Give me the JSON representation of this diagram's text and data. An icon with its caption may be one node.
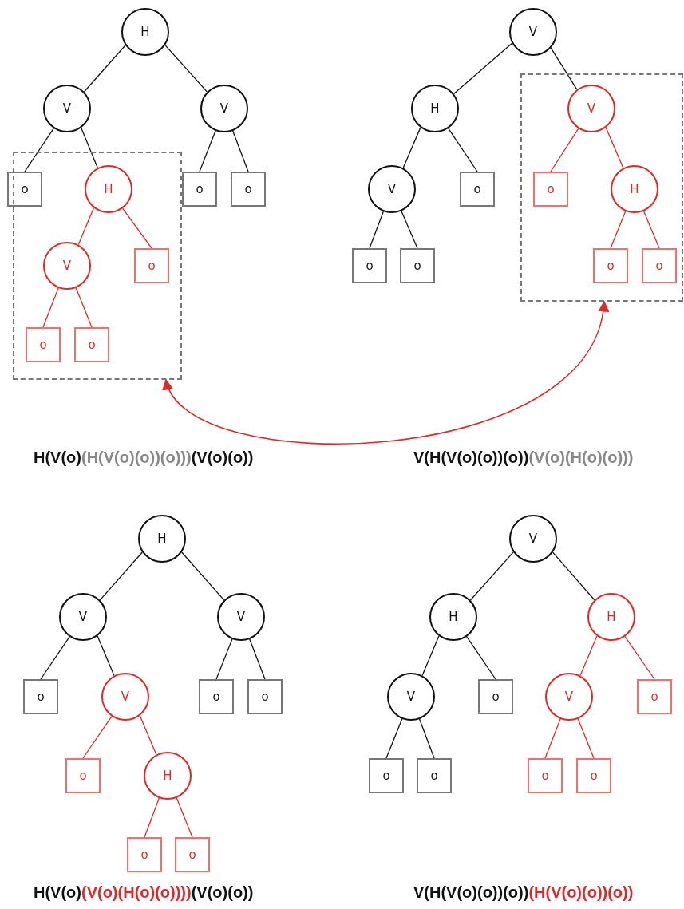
{
  "diagram": {
    "nodes": [
      {
        "text": [
          "H"
        ]
      },
      {
        "text": [
          "V"
        ]
      },
      {
        "text": [
          "V"
        ]
      },
      {
        "text": [
          "o"
        ]
      },
      {
        "text": [],
        "shape": "box"
      },
      {
        "text": [
          "H"
        ],
        "in": 4
      },
      {
        "text": [
          "V"
        ],
        "in": 4
      },
      {
        "text": [
          "o"
        ],
        "in": 4
      },
      {
        "text": [
          "o"
        ],
        "in": 4
      },
      {
        "text": [
          "o"
        ],
        "in": 4
      },
      {
        "text": [
          "o"
        ]
      },
      {
        "text": [
          "o"
        ]
      },
      {
        "text": [
          "V"
        ]
      },
      {
        "text": [
          "H"
        ]
      },
      {
        "text": [],
        "shape": "box"
      },
      {
        "text": [
          "V"
        ],
        "in": 14
      },
      {
        "text": [
          "V"
        ]
      },
      {
        "text": [
          "o"
        ]
      },
      {
        "text": [
          "o"
        ],
        "in": 14
      },
      {
        "text": [
          "H"
        ],
        "in": 14
      },
      {
        "text": [
          "o"
        ]
      },
      {
        "text": [
          "o"
        ]
      },
      {
        "text": [
          "o"
        ],
        "in": 14
      },
      {
        "text": [
          "o"
        ],
        "in": 14
      },
      {
        "text": [
          "H"
        ]
      },
      {
        "text": [
          "V"
        ]
      },
      {
        "text": [
          "V"
        ]
      },
      {
        "text": [
          "o"
        ]
      },
      {
        "text": [
          "V"
        ]
      },
      {
        "text": [
          "o"
        ]
      },
      {
        "text": [
          "o"
        ]
      },
      {
        "text": [
          "o"
        ]
      },
      {
        "text": [
          "H"
        ]
      },
      {
        "text": [
          "o"
        ]
      },
      {
        "text": [
          "o"
        ]
      },
      {
        "text": [
          "V"
        ]
      },
      {
        "text": [
          "H"
        ]
      },
      {
        "text": [
          "H"
        ]
      },
      {
        "text": [
          "V"
        ]
      },
      {
        "text": [
          "o"
        ]
      },
      {
        "text": [
          "V"
        ]
      },
      {
        "text": [
          "o"
        ]
      },
      {
        "text": [
          "o"
        ]
      },
      {
        "text": [
          "o"
        ]
      },
      {
        "text": [
          "o"
        ]
      },
      {
        "text": [
          "o"
        ]
      }
    ],
    "edges": [
      {
        "from": 0,
        "to": 1,
        "arrow": "none"
      },
      {
        "from": 0,
        "to": 2,
        "arrow": "none"
      },
      {
        "from": 1,
        "to": 3,
        "arrow": "none"
      },
      {
        "from": 1,
        "to": 5,
        "arrow": "none"
      },
      {
        "from": 5,
        "to": 6,
        "arrow": "none",
        "color": "#e02828"
      },
      {
        "from": 5,
        "to": 7,
        "arrow": "none",
        "color": "#e02828"
      },
      {
        "from": 6,
        "to": 8,
        "arrow": "none",
        "color": "#e02828"
      },
      {
        "from": 6,
        "to": 9,
        "arrow": "none",
        "color": "#e02828"
      },
      {
        "from": 2,
        "to": 10,
        "arrow": "none"
      },
      {
        "from": 2,
        "to": 11,
        "arrow": "none"
      },
      {
        "from": 12,
        "to": 13,
        "arrow": "none"
      },
      {
        "from": 12,
        "to": 15,
        "arrow": "none"
      },
      {
        "from": 13,
        "to": 16,
        "arrow": "none"
      },
      {
        "from": 13,
        "to": 17,
        "arrow": "none"
      },
      {
        "from": 15,
        "to": 18,
        "arrow": "none",
        "color": "#e02828"
      },
      {
        "from": 15,
        "to": 19,
        "arrow": "none",
        "color": "#e02828"
      },
      {
        "from": 16,
        "to": 20,
        "arrow": "none"
      },
      {
        "from": 16,
        "to": 21,
        "arrow": "none"
      },
      {
        "from": 19,
        "to": 22,
        "arrow": "none",
        "color": "#e02828"
      },
      {
        "from": 19,
        "to": 23,
        "arrow": "none",
        "color": "#e02828"
      },
      {
        "from": 24,
        "to": 25,
        "arrow": "none"
      },
      {
        "from": 24,
        "to": 26,
        "arrow": "none"
      },
      {
        "from": 25,
        "to": 27,
        "arrow": "none"
      },
      {
        "from": 25,
        "to": 28,
        "arrow": "none"
      },
      {
        "from": 28,
        "to": 31,
        "arrow": "none",
        "color": "#e02828"
      },
      {
        "from": 28,
        "to": 32,
        "arrow": "none",
        "color": "#e02828"
      },
      {
        "from": 32,
        "to": 33,
        "arrow": "none",
        "color": "#e02828"
      },
      {
        "from": 32,
        "to": 34,
        "arrow": "none",
        "color": "#e02828"
      },
      {
        "from": 26,
        "to": 29,
        "arrow": "none"
      },
      {
        "from": 26,
        "to": 30,
        "arrow": "none"
      },
      {
        "from": 35,
        "to": 36,
        "arrow": "none"
      },
      {
        "from": 35,
        "to": 37,
        "arrow": "none"
      },
      {
        "from": 36,
        "to": 38,
        "arrow": "none"
      },
      {
        "from": 36,
        "to": 39,
        "arrow": "none"
      },
      {
        "from": 38,
        "to": 42,
        "arrow": "none"
      },
      {
        "from": 38,
        "to": 43,
        "arrow": "none"
      },
      {
        "from": 37,
        "to": 40,
        "arrow": "none",
        "color": "#e02828"
      },
      {
        "from": 37,
        "to": 41,
        "arrow": "none",
        "color": "#e02828"
      },
      {
        "from": 40,
        "to": 44,
        "arrow": "none",
        "color": "#e02828"
      },
      {
        "from": 40,
        "to": 45,
        "arrow": "none",
        "color": "#e02828"
      },
      {
        "from": 4,
        "to": 14,
        "arrow": "both",
        "color": "#e02828"
      }
    ],
    "labels": [
      "H(V(o)",
      "(H(V(o)(o))(o)))",
      "(V(o)(o))",
      "V(H(V(o)(o))(o))",
      "(V(o)(H(o)(o)))",
      "H(V(o)",
      "(V(o)(H(o)(o))))",
      "(V(o)(o))",
      "V(H(V(o)(o))(o))",
      "(H(V(o)(o))(o))"
    ]
  }
}
